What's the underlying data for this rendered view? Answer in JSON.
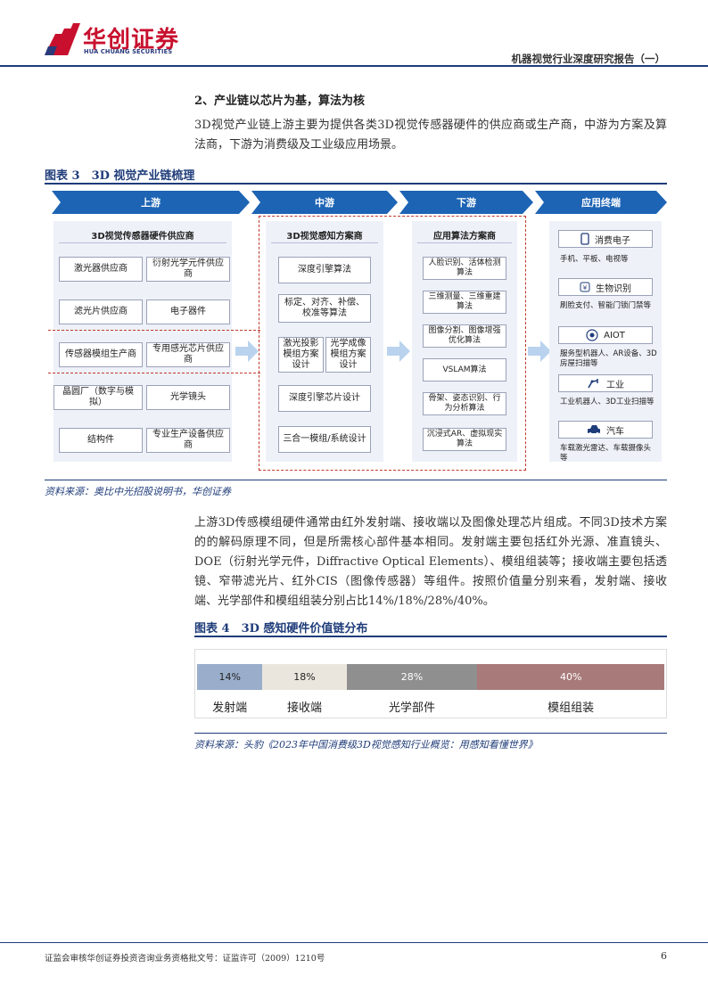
{
  "header": {
    "brand_cn": "华创证券",
    "brand_en": "HUA CHUANG SECURITIES",
    "report_title": "机器视觉行业深度研究报告（一）",
    "brand_color": "#c8102e",
    "accent_color": "#1f3c7a"
  },
  "section": {
    "heading": "2、产业链以芯片为基，算法为核",
    "intro": "3D视觉产业链上游主要为提供各类3D视觉传感器硬件的供应商或生产商，中游为方案及算法商，下游为消费级及工业级应用场景。"
  },
  "figure3": {
    "title": "图表 3　3D 视觉产业链梳理",
    "columns": [
      "上游",
      "中游",
      "下游",
      "应用终端"
    ],
    "upstream": {
      "title": "3D视觉传感器硬件供应商",
      "items": [
        "激光器供应商",
        "衍射光学元件供应商",
        "滤光片供应商",
        "电子器件",
        "传感器模组生产商",
        "专用感光芯片供应商",
        "晶圆厂（数字与模拟）",
        "光学镜头",
        "结构件",
        "专业生产设备供应商"
      ]
    },
    "midstream": {
      "title": "3D视觉感知方案商",
      "items": [
        "深度引擎算法",
        "标定、对齐、补偿、校准等算法",
        "激光投影模组方案设计",
        "光学成像模组方案设计",
        "深度引擎芯片设计",
        "三合一模组/系统设计"
      ]
    },
    "downstream": {
      "title": "应用算法方案商",
      "items": [
        "人脸识别、活体检测算法",
        "三维测量、三维重建算法",
        "图像分割、图像增强优化算法",
        "VSLAM算法",
        "骨架、姿态识别、行为分析算法",
        "沉浸式AR、虚拟现实算法"
      ]
    },
    "terminals": [
      {
        "label": "消费电子",
        "icon": "phone-icon",
        "desc": "手机、平板、电视等"
      },
      {
        "label": "生物识别",
        "icon": "fingerprint-icon",
        "desc": "刷脸支付、智能门锁门禁等"
      },
      {
        "label": "AIOT",
        "icon": "target-icon",
        "desc": "服务型机器人、AR设备、3D房屋扫描等"
      },
      {
        "label": "工业",
        "icon": "robot-arm-icon",
        "desc": "工业机器人、3D工业扫描等"
      },
      {
        "label": "汽车",
        "icon": "car-icon",
        "desc": "车载激光雷达、车载摄像头等"
      }
    ],
    "source": "资料来源：奥比中光招股说明书，华创证券"
  },
  "paragraph2": "上游3D传感模组硬件通常由红外发射端、接收端以及图像处理芯片组成。不同3D技术方案的的解码原理不同，但是所需核心部件基本相同。发射端主要包括红外光源、准直镜头、DOE（衍射光学元件，Diffractive Optical Elements）、模组组装等；接收端主要包括透镜、窄带滤光片、红外CIS（图像传感器）等组件。按照价值量分别来看，发射端、接收端、光学部件和模组组装分别占比14%/18%/28%/40%。",
  "figure4": {
    "title": "图表 4　3D 感知硬件价值链分布",
    "source": "资料来源：头豹《2023年中国消费级3D视觉感知行业概览：用感知看懂世界》",
    "chart_data": {
      "type": "bar",
      "orientation": "horizontal-stacked",
      "categories": [
        "发射端",
        "接收端",
        "光学部件",
        "模组组装"
      ],
      "values": [
        14,
        18,
        28,
        40
      ],
      "value_labels": [
        "14%",
        "18%",
        "28%",
        "40%"
      ],
      "colors": [
        "#9aaecb",
        "#ebe6dd",
        "#8f8f8f",
        "#a87a7a"
      ],
      "label_colors": [
        "#222222",
        "#222222",
        "#ffffff",
        "#ffffff"
      ]
    }
  },
  "footer": {
    "text": "证监会审核华创证券投资咨询业务资格批文号：证监许可（2009）1210号",
    "page": "6"
  }
}
